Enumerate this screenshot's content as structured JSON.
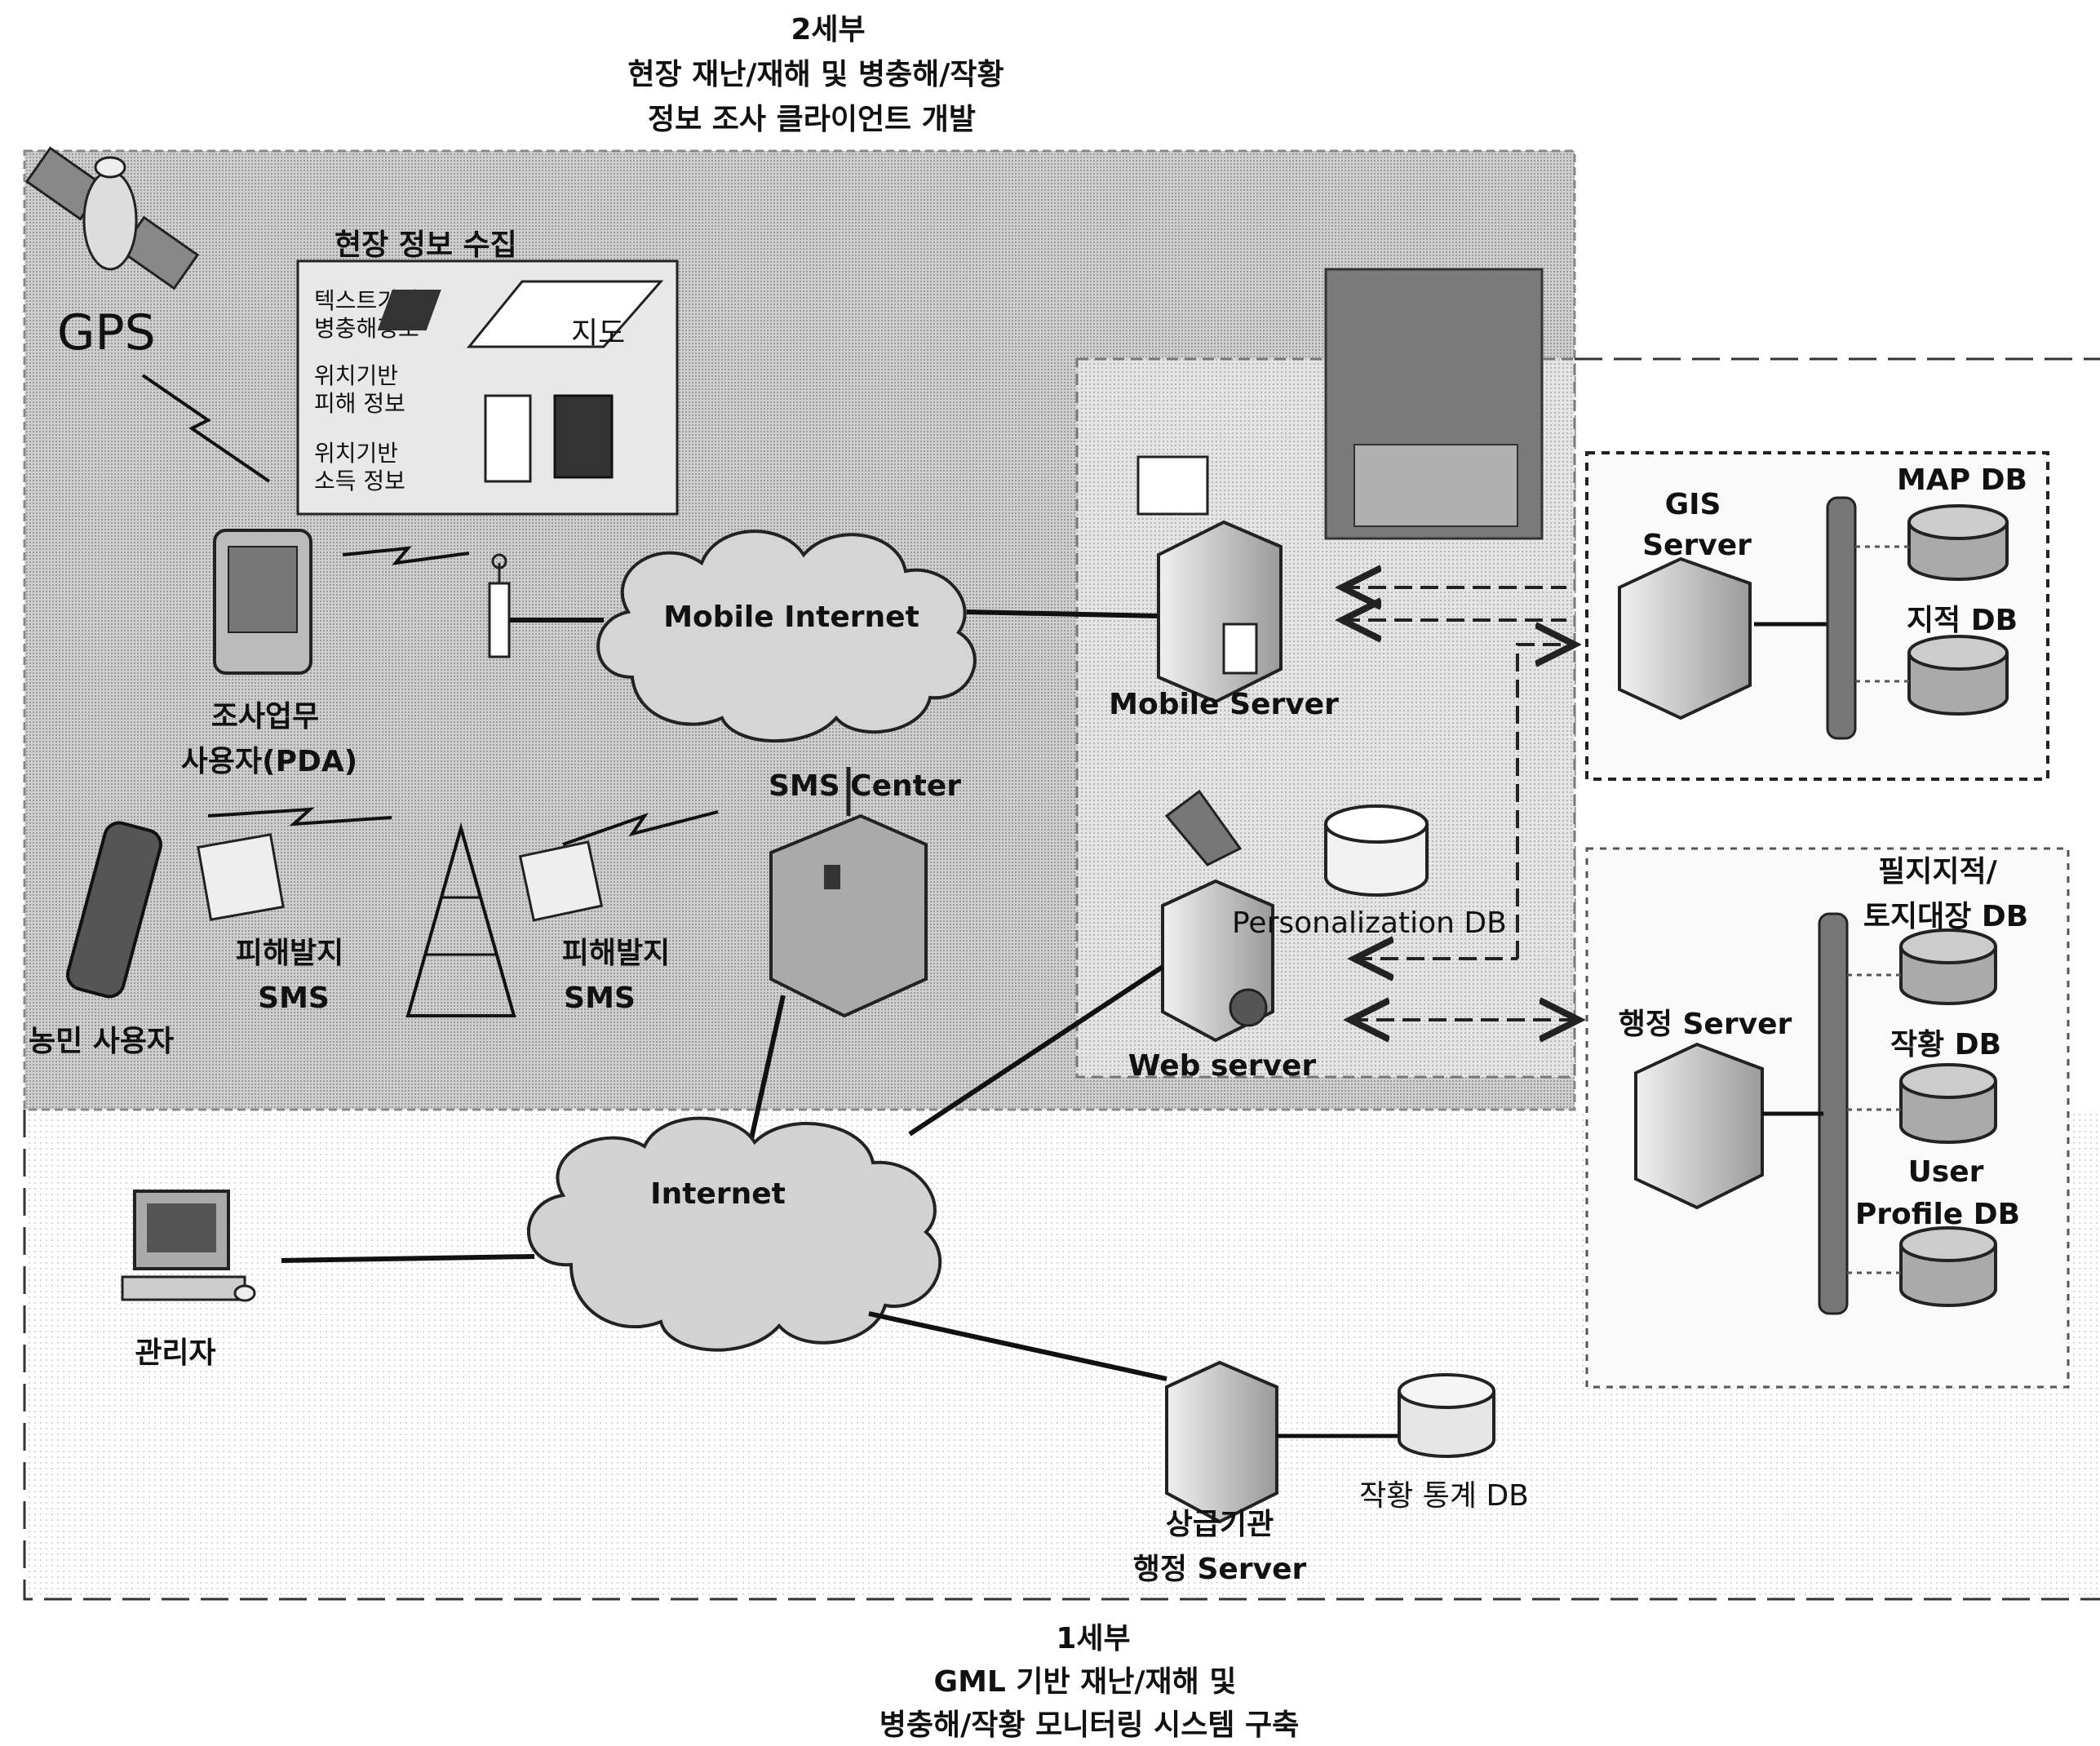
{
  "top_caption": {
    "line1": "2세부",
    "line2": "현장 재난/재해 및 병충해/작황",
    "line3": "정보 조사 클라이언트 개발"
  },
  "bottom_caption": {
    "line1": "1세부",
    "line2": "GML 기반 재난/재해 및",
    "line3": "병충해/작황 모니터링 시스템 구축"
  },
  "gps_label": "GPS",
  "field_info": {
    "title": "현장 정보 수집",
    "item1_line1": "텍스트기반",
    "item1_line2": "병충해정보",
    "item2_line1": "위치기반",
    "item2_line2": "피해 정보",
    "item3_line1": "위치기반",
    "item3_line2": "소득 정보",
    "map_label": "지도"
  },
  "pda_user": {
    "line1": "조사업무",
    "line2": "사용자(PDA)"
  },
  "sms_left": {
    "line1": "피해발지",
    "line2": "SMS"
  },
  "sms_right": {
    "line1": "피해발지",
    "line2": "SMS"
  },
  "farmer_label": "농민 사용자",
  "mobile_internet": "Mobile Internet",
  "internet": "Internet",
  "sms_center": "SMS Center",
  "mobile_server": "Mobile Server",
  "web_server": "Web server",
  "personalization_db": "Personalization DB",
  "admin_label": "관리자",
  "gis": {
    "server_line1": "GIS",
    "server_line2": "Server",
    "db1": "MAP DB",
    "db2": "지적 DB"
  },
  "admin_group": {
    "server": "행정 Server",
    "db1_line1": "필지지적/",
    "db1_line2": "토지대장 DB",
    "db2": "작황 DB",
    "db3_line1": "User",
    "db3_line2": "Profile DB"
  },
  "upper_agency": {
    "line1": "상급기관",
    "line2": "행정 Server"
  },
  "stats_db": "작황 통계 DB"
}
